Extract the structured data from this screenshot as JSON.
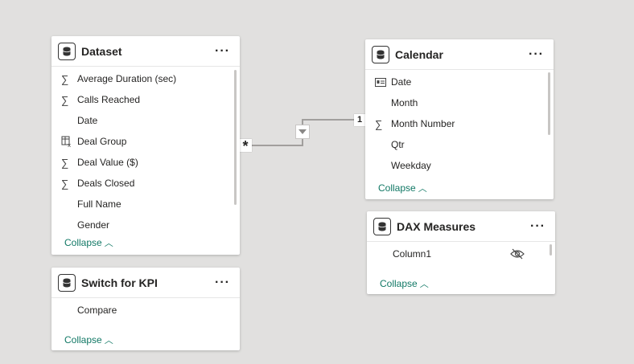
{
  "tables": {
    "dataset": {
      "title": "Dataset",
      "fields": [
        {
          "name": "Average Duration (sec)",
          "icon": "sigma-icon"
        },
        {
          "name": "Calls Reached",
          "icon": "sigma-icon"
        },
        {
          "name": "Date",
          "icon": ""
        },
        {
          "name": "Deal Group",
          "icon": "calculated-column-icon"
        },
        {
          "name": "Deal Value ($)",
          "icon": "sigma-icon"
        },
        {
          "name": "Deals Closed",
          "icon": "sigma-icon"
        },
        {
          "name": "Full Name",
          "icon": ""
        },
        {
          "name": "Gender",
          "icon": ""
        }
      ],
      "collapse_label": "Collapse"
    },
    "calendar": {
      "title": "Calendar",
      "fields": [
        {
          "name": "Date",
          "icon": "date-table-icon"
        },
        {
          "name": "Month",
          "icon": ""
        },
        {
          "name": "Month Number",
          "icon": "sigma-icon"
        },
        {
          "name": "Qtr",
          "icon": ""
        },
        {
          "name": "Weekday",
          "icon": ""
        }
      ],
      "collapse_label": "Collapse"
    },
    "switch_kpi": {
      "title": "Switch for KPI",
      "fields": [
        {
          "name": "Compare",
          "icon": ""
        }
      ],
      "collapse_label": "Collapse"
    },
    "dax_measures": {
      "title": "DAX Measures",
      "fields": [
        {
          "name": "Column1",
          "icon": "",
          "hidden": true
        }
      ],
      "collapse_label": "Collapse"
    }
  },
  "relationship": {
    "from": "Dataset",
    "to": "Calendar",
    "many_marker": "*",
    "one_marker": "1",
    "filter_direction": "single"
  },
  "colors": {
    "canvas": "#e1e0df",
    "collapse_link": "#117865",
    "line": "#a19f9d"
  }
}
